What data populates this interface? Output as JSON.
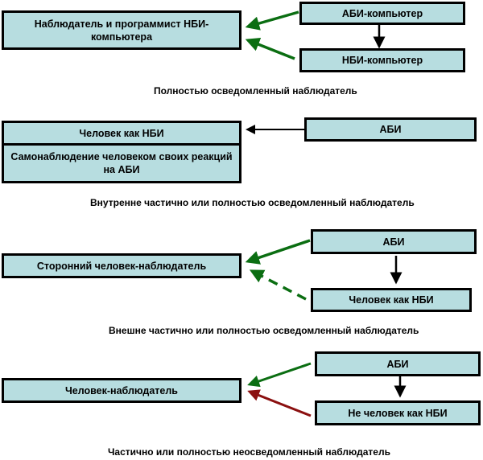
{
  "colors": {
    "box_fill": "#b7dde0",
    "box_border": "#000000",
    "arrow_black": "#000000",
    "arrow_green": "#0b6e12",
    "arrow_red": "#8b1010"
  },
  "sections": [
    {
      "observer_box": "Наблюдатель и программист НБИ-компьютера",
      "source_box": "АБИ-компьютер",
      "target_box": "НБИ-компьютер",
      "caption": "Полностью осведомленный наблюдатель",
      "arrows": [
        {
          "from": "АБИ-компьютер",
          "to": "НБИ-компьютер",
          "color": "black",
          "style": "solid"
        },
        {
          "from": "АБИ-компьютер",
          "to": "Наблюдатель и программист НБИ-компьютера",
          "color": "green",
          "style": "solid"
        },
        {
          "from": "НБИ-компьютер",
          "to": "Наблюдатель и программист НБИ-компьютера",
          "color": "green",
          "style": "solid"
        }
      ]
    },
    {
      "observer_box_top": "Человек как НБИ",
      "observer_box_bottom": "Самонаблюдение человеком своих реакций на АБИ",
      "source_box": "АБИ",
      "caption": "Внутренне частично или полностью осведомленный наблюдатель",
      "arrows": [
        {
          "from": "АБИ",
          "to": "Человек как НБИ",
          "color": "black",
          "style": "solid"
        }
      ]
    },
    {
      "observer_box": "Сторонний человек-наблюдатель",
      "source_box": "АБИ",
      "target_box": "Человек как НБИ",
      "caption": "Внешне частично или полностью осведомленный наблюдатель",
      "arrows": [
        {
          "from": "АБИ",
          "to": "Человек как НБИ",
          "color": "black",
          "style": "solid"
        },
        {
          "from": "АБИ",
          "to": "Сторонний человек-наблюдатель",
          "color": "green",
          "style": "solid"
        },
        {
          "from": "Человек как НБИ",
          "to": "Сторонний человек-наблюдатель",
          "color": "green",
          "style": "dashed"
        }
      ]
    },
    {
      "observer_box": "Человек-наблюдатель",
      "source_box": "АБИ",
      "target_box": "Не человек как НБИ",
      "caption": "Частично или полностью неосведомленный наблюдатель",
      "arrows": [
        {
          "from": "АБИ",
          "to": "Не человек как НБИ",
          "color": "black",
          "style": "solid"
        },
        {
          "from": "АБИ",
          "to": "Человек-наблюдатель",
          "color": "green",
          "style": "solid"
        },
        {
          "from": "Не человек как НБИ",
          "to": "Человек-наблюдатель",
          "color": "red",
          "style": "solid"
        }
      ]
    }
  ]
}
